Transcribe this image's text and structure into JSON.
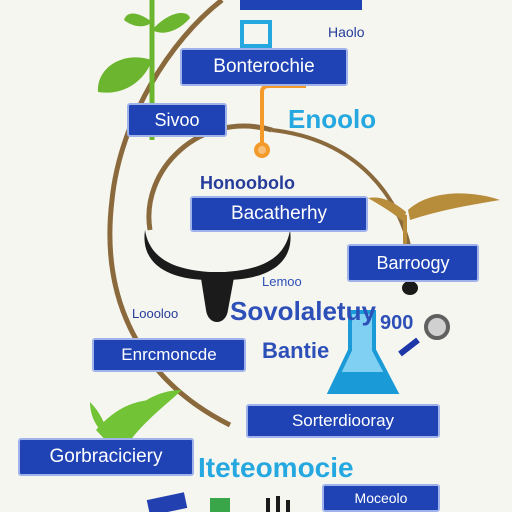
{
  "boxes": {
    "b1": "Bonterochie",
    "b2": "Sivoo",
    "b3": "Bacatherhy",
    "b4": "Barroogy",
    "b5": "Enrcmoncde",
    "b6": "Sorterdiooray",
    "b7": "Gorbraciciery",
    "b8": "Moceolo"
  },
  "labels": {
    "l1": "Haolo",
    "l2": "Enoolo",
    "l3": "Honoobolo",
    "l4": "Lemoo",
    "l5": "Loooloo",
    "l6": "Sovolaletuy",
    "l7": "Bantie",
    "l8": "Iteteomocie",
    "n1": "900"
  },
  "colors": {
    "box_fill": "#1f43b4",
    "text_blue": "#2d4fb8",
    "text_cyan": "#25a8e0",
    "vine": "#8a6a3c",
    "leaf": "#6cb52e",
    "flask": "#1a9ad6"
  },
  "icons": [
    "plant-icon",
    "bull-horns-icon",
    "flask-icon",
    "magnifier-icon",
    "grass-icon",
    "sprout-icon"
  ]
}
